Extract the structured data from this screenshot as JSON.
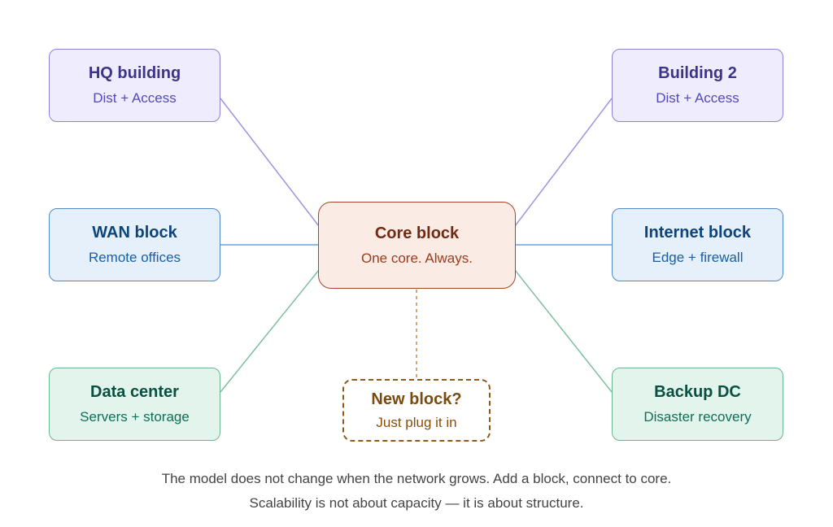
{
  "diagram": {
    "core": {
      "title": "Core block",
      "subtitle": "One core. Always."
    },
    "blocks": {
      "hq": {
        "title": "HQ building",
        "subtitle": "Dist + Access"
      },
      "building2": {
        "title": "Building 2",
        "subtitle": "Dist + Access"
      },
      "wan": {
        "title": "WAN block",
        "subtitle": "Remote offices"
      },
      "internet": {
        "title": "Internet block",
        "subtitle": "Edge + firewall"
      },
      "datacenter": {
        "title": "Data center",
        "subtitle": "Servers + storage"
      },
      "backup": {
        "title": "Backup DC",
        "subtitle": "Disaster recovery"
      },
      "newblock": {
        "title": "New block?",
        "subtitle": "Just plug it in"
      }
    },
    "colors": {
      "purple": "#8c82d6",
      "blue": "#4f8ac9",
      "green": "#6cb592",
      "core": "#a9452c",
      "new": "#8f5a1c"
    }
  },
  "caption": {
    "line1": "The model does not change when the network grows. Add a block, connect to core.",
    "line2": "Scalability is not about capacity — it is about structure."
  }
}
